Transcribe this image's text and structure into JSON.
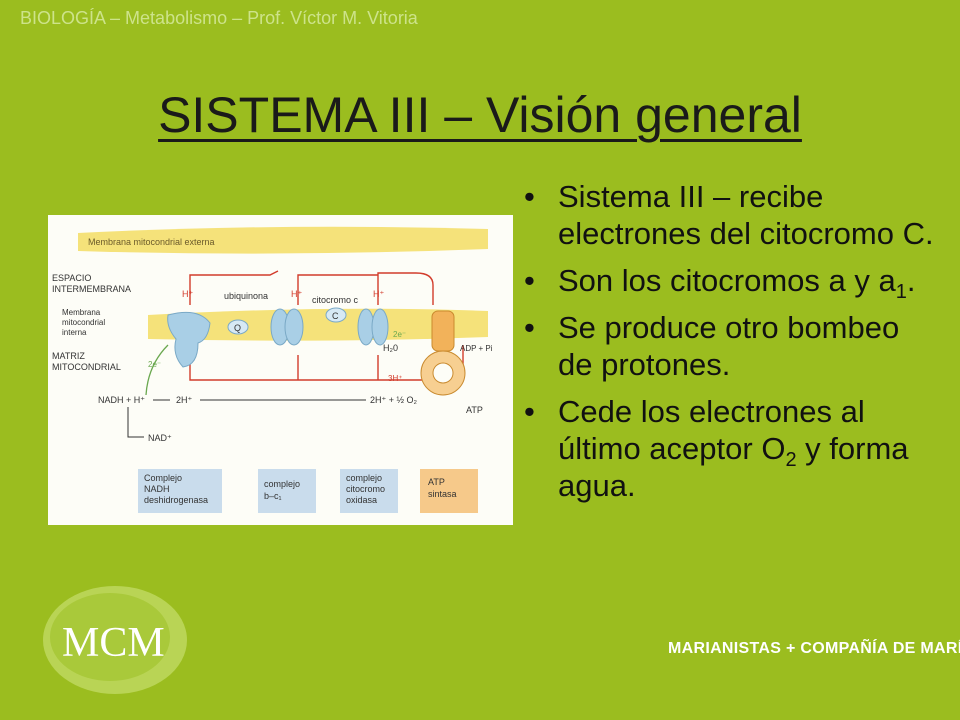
{
  "header": {
    "course": "BIOLOGÍA – Metabolismo – Prof. Víctor M. Vitoria"
  },
  "title": "SISTEMA III – Visión general",
  "bullets": [
    {
      "text": "Sistema III – recibe electrones del citocromo C."
    },
    {
      "text_before": "Son los citocromos a y a",
      "sub": "1",
      "text_after": "."
    },
    {
      "text": "Se produce otro bombeo de protones."
    },
    {
      "text_before": "Cede los electrones al último aceptor O",
      "sub": "2",
      "text_after": " y forma agua."
    }
  ],
  "figure": {
    "membrana_externa": "Membrana mitocondrial externa",
    "espacio": "ESPACIO",
    "intermembrana": "INTERMEMBRANA",
    "membrana_interna": [
      "Membrana",
      "mitocondrial",
      "interna"
    ],
    "matriz": [
      "MATRIZ",
      "MITOCONDRIAL"
    ],
    "h_plus": "H⁺",
    "ubiquinona": "ubiquinona",
    "citocromo_c": "citocromo c",
    "q": "Q",
    "c": "C",
    "two_e_inner": "2e⁻",
    "two_e_matrix": "2e⁻",
    "h2o": "H₂0",
    "adp_pi": "ADP + Pi",
    "three_h": "3H⁺",
    "nadh_plus_h": "NADH + H⁺",
    "two_h_1": "2H⁺",
    "two_h_o2": "2H⁺ + ½ O₂",
    "atp": "ATP",
    "nad": "NAD⁺",
    "legend": [
      {
        "lines": [
          "Complejo",
          "NADH",
          "deshidrogenasa"
        ],
        "color": "#c9dcec"
      },
      {
        "lines": [
          "complejo",
          "b–c₁"
        ],
        "color": "#c9dcec"
      },
      {
        "lines": [
          "complejo",
          "citocromo",
          "oxidasa"
        ],
        "color": "#c9dcec"
      },
      {
        "lines": [
          "ATP",
          "sintasa"
        ],
        "color": "#f6c98a"
      }
    ]
  },
  "logo": {
    "text": "MCM"
  },
  "footer": {
    "brand": "MARIANISTAS + COMPAÑÍA DE MARÍA"
  },
  "colors": {
    "background": "#9bbd1f",
    "membrane": "#f5e27a",
    "protein": "#a9cfe6",
    "atp_synthase": "#f2b25a",
    "arrow_red": "#d23c2c",
    "arrow_green": "#6aa84f"
  }
}
